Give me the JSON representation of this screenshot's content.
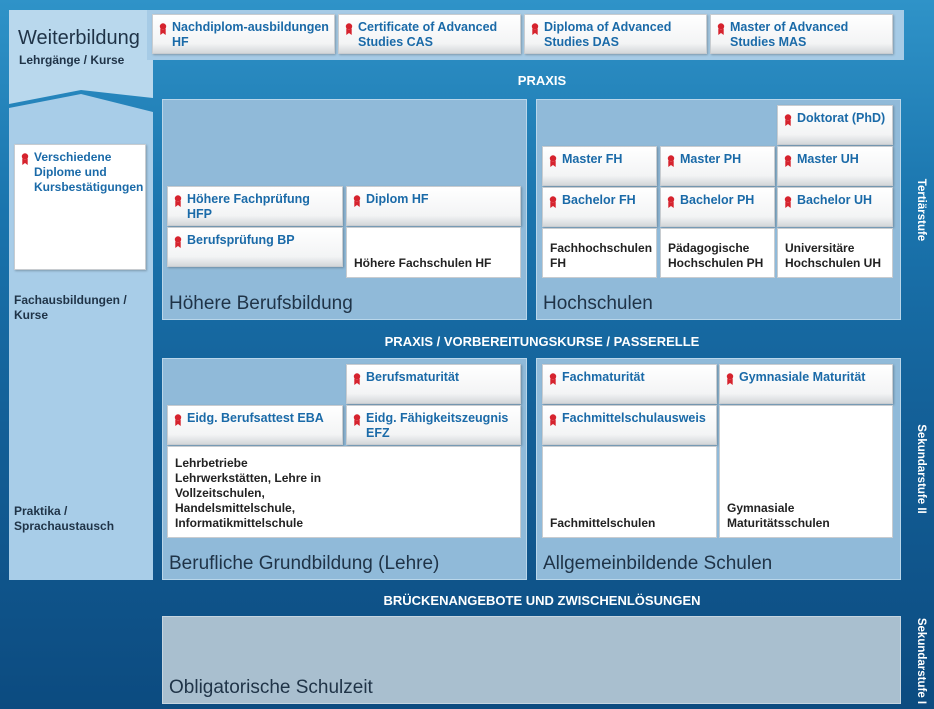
{
  "colors": {
    "link_blue": "#1a6aa8",
    "panel_blue": "#90bad9",
    "ribbon_red": "#d6232e"
  },
  "weiterbildung": {
    "title": "Weiterbildung",
    "subtitle": "Lehrgänge / Kurse",
    "cards": [
      "Nachdiplom-ausbildungen HF",
      "Certificate of Advanced Studies CAS",
      "Diploma of Advanced Studies DAS",
      "Master of Advanced Studies MAS"
    ]
  },
  "left_column": {
    "card": "Verschiedene Diplome und Kursbestätigungen",
    "text1": "Fachausbildungen / Kurse",
    "text2": "Praktika / Sprachaustausch"
  },
  "bands": {
    "praxis": "PRAXIS",
    "vorbereitung": "PRAXIS / VORBEREITUNGSKURSE / PASSERELLE",
    "bruecken": "BRÜCKENANGEBOTE UND ZWISCHENLÖSUNGEN"
  },
  "side_labels": {
    "tertiaer": "Tertiärstufe",
    "sek2": "Sekundarstufe II",
    "sek1": "Sekundarstufe I"
  },
  "hoehere_berufsbildung": {
    "title": "Höhere Berufsbildung",
    "hfp": "Höhere Fachprüfung HFP",
    "bp": "Berufsprüfung BP",
    "diplom_hf": "Diplom HF",
    "schulen_hf": "Höhere Fachschulen HF"
  },
  "hochschulen": {
    "title": "Hochschulen",
    "doktorat": "Doktorat (PhD)",
    "master_fh": "Master FH",
    "master_ph": "Master PH",
    "master_uh": "Master UH",
    "bachelor_fh": "Bachelor FH",
    "bachelor_ph": "Bachelor PH",
    "bachelor_uh": "Bachelor UH",
    "school_fh": "Fachhochschulen FH",
    "school_ph": "Pädagogische Hochschulen PH",
    "school_uh": "Universitäre Hochschulen UH"
  },
  "berufliche_grundbildung": {
    "title": "Berufliche Grundbildung (Lehre)",
    "berufsmaturitaet": "Berufsmaturität",
    "eba": "Eidg. Berufsattest EBA",
    "efz": "Eidg. Fähigkeitszeugnis EFZ",
    "lernorte": "Lehrbetriebe Lehrwerkstätten, Lehre in Vollzeitschulen, Handelsmittelschule, Informatikmittelschule"
  },
  "allgemeinbildende_schulen": {
    "title": "Allgemeinbildende Schulen",
    "fachmaturitaet": "Fachmaturität",
    "gymnasiale_maturitaet": "Gymnasiale Maturität",
    "fachmittelschulausweis": "Fachmittelschulausweis",
    "fachmittelschulen": "Fachmittelschulen",
    "gymnasiale_schulen": "Gymnasiale Maturitätsschulen"
  },
  "obligatorisch": {
    "title": "Obligatorische Schulzeit"
  }
}
